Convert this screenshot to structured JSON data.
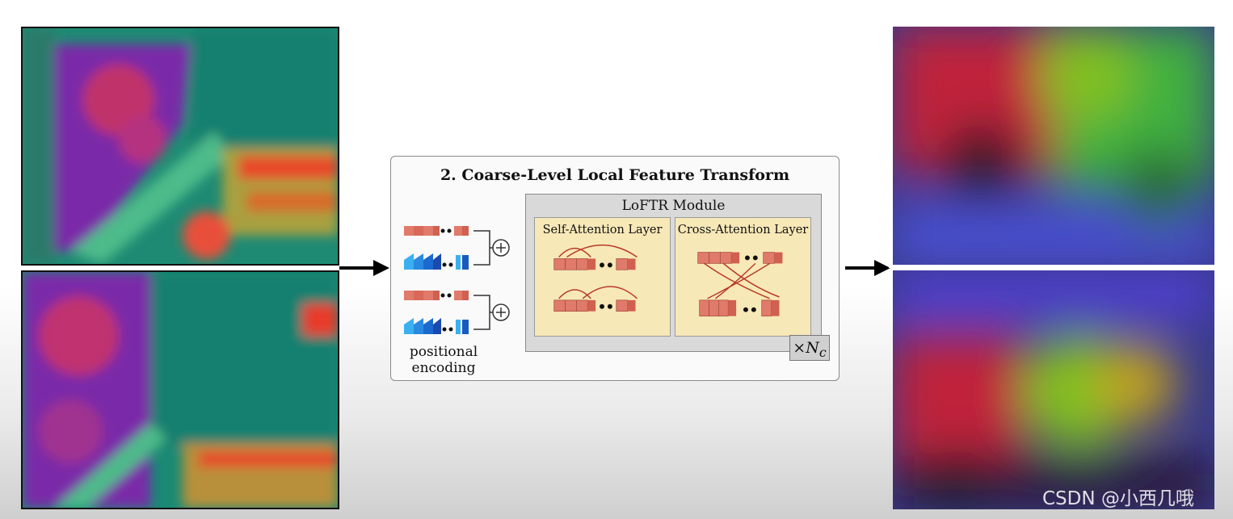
{
  "panel": {
    "title": "2. Coarse-Level Local Feature Transform",
    "module_title": "LoFTR Module",
    "self_attention_label": "Self-Attention Layer",
    "cross_attention_label": "Cross-Attention Layer",
    "repeat_prefix": "×",
    "repeat_symbol": "N",
    "repeat_subscript": "c",
    "positional_encoding_label": "positional encoding"
  },
  "watermark": "CSDN @小西几哦",
  "colors": {
    "token_red": "#e07a6a",
    "token_blue": "#2a7fe0",
    "layer_bg": "#f7e8b7",
    "module_bg": "#d9d9d9",
    "arc": "#b83a2a"
  }
}
